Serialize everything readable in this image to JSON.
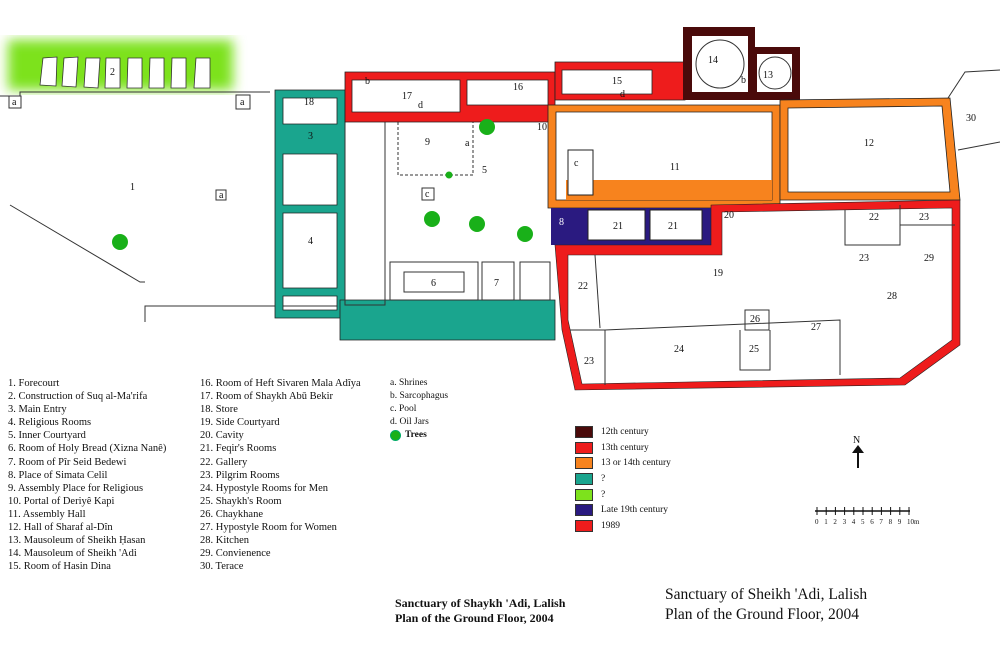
{
  "plan_labels": {
    "r1": "1",
    "r2": "2",
    "r3": "3",
    "r4": "4",
    "r5": "5",
    "r6": "6",
    "r7": "7",
    "r8": "8",
    "r9": "9",
    "r10": "10",
    "r11": "11",
    "r12": "12",
    "r13": "13",
    "r14": "14",
    "r15": "15",
    "r16": "16",
    "r17": "17",
    "r18": "18",
    "r19": "19",
    "r20": "20",
    "r21": "21",
    "r22": "22",
    "r23": "23",
    "r24": "24",
    "r25": "25",
    "r26": "26",
    "r27": "27",
    "r28": "28",
    "r29": "29",
    "r30": "30",
    "a": "a",
    "b": "b",
    "c": "c",
    "d": "d"
  },
  "rooms_col1": [
    "1. Forecourt",
    "2. Construction of Suq al-Ma'rifa",
    "3. Main Entry",
    "4. Religious Rooms",
    "5. Inner Courtyard",
    "6. Room of Holy Bread (Xizna Nanê)",
    "7. Room of Pîr Seid Bedewi",
    "8. Place of Simata Celil",
    "9. Assembly Place for Religious",
    "10. Portal of Deriyê Kapi",
    "11. Assembly Hall",
    "12. Hall of Sharaf al-Dîn",
    "13. Mausoleum of Sheikh Ḥasan",
    "14. Mausoleum of Sheikh 'Adi",
    "15. Room of Hasin Dina"
  ],
  "rooms_col2": [
    "16. Room of Heft Sivaren Mala Adîya",
    "17. Room of Shaykh Abū Bekir",
    "18. Store",
    "19. Side Courtyard",
    "20. Cavity",
    "21. Feqir's Rooms",
    "22. Gallery",
    "23. Pilgrim Rooms",
    "24. Hypostyle Rooms for Men",
    "25. Shaykh's Room",
    "26. Chaykhane",
    "27. Hypostyle Room for Women",
    "28. Kitchen",
    "29. Convienence",
    "30. Terace"
  ],
  "features": [
    "a. Shrines",
    "b. Sarcophagus",
    "c. Pool",
    "d. Oil Jars"
  ],
  "trees_label": "Trees",
  "legend": [
    {
      "label": "12th century",
      "color": "#4a0a0a"
    },
    {
      "label": "13th century",
      "color": "#ee1c1c"
    },
    {
      "label": "13 or 14th century",
      "color": "#f7831e"
    },
    {
      "label": "?",
      "color": "#1aa58e"
    },
    {
      "label": "?",
      "color": "#7de21c"
    },
    {
      "label": "Late 19th century",
      "color": "#2a1a80"
    },
    {
      "label": "1989",
      "color": "#ee1c1c"
    }
  ],
  "north": "N",
  "scale_ticks": [
    "0",
    "1",
    "2",
    "3",
    "4",
    "5",
    "6",
    "7",
    "8",
    "9",
    "10m"
  ],
  "title_a": [
    "Sanctuary of Shaykh 'Adi, Lalish",
    "Plan of the Ground Floor, 2004"
  ],
  "title_b": [
    "Sanctuary of Sheikh 'Adi, Lalish",
    "Plan of the Ground Floor, 2004"
  ]
}
